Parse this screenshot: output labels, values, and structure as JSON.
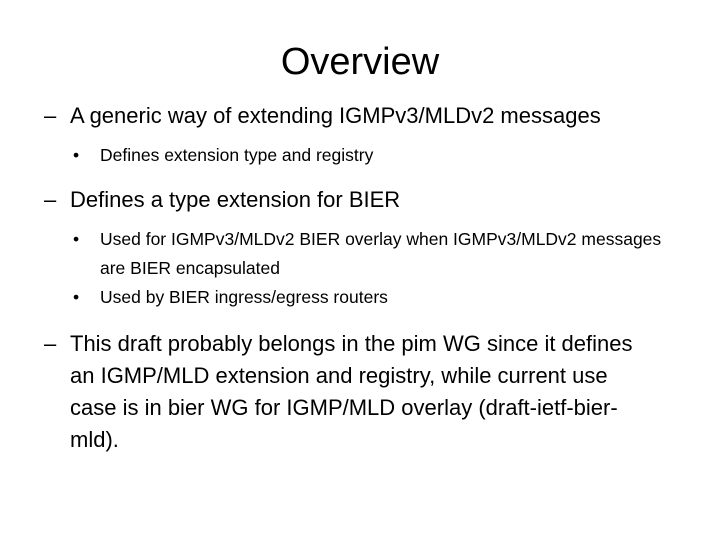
{
  "slide": {
    "title": "Overview",
    "level1_marker": "–",
    "level2_marker": "•",
    "text_color": "#000000",
    "background_color": "#ffffff",
    "bullets": [
      {
        "level": 1,
        "text": "A generic way of extending IGMPv3/MLDv2 messages"
      },
      {
        "level": 2,
        "text": "Defines extension type and registry"
      },
      {
        "level": 1,
        "text": "Defines a type extension for BIER"
      },
      {
        "level": 2,
        "text": "Used for IGMPv3/MLDv2 BIER overlay when IGMPv3/MLDv2 messages are BIER encapsulated"
      },
      {
        "level": 2,
        "text": "Used by BIER ingress/egress routers"
      },
      {
        "level": 1,
        "text": "This draft probably belongs in the pim WG since it defines an IGMP/MLD extension and registry, while current use case is in bier WG for IGMP/MLD overlay (draft-ietf-bier-mld)."
      }
    ]
  }
}
